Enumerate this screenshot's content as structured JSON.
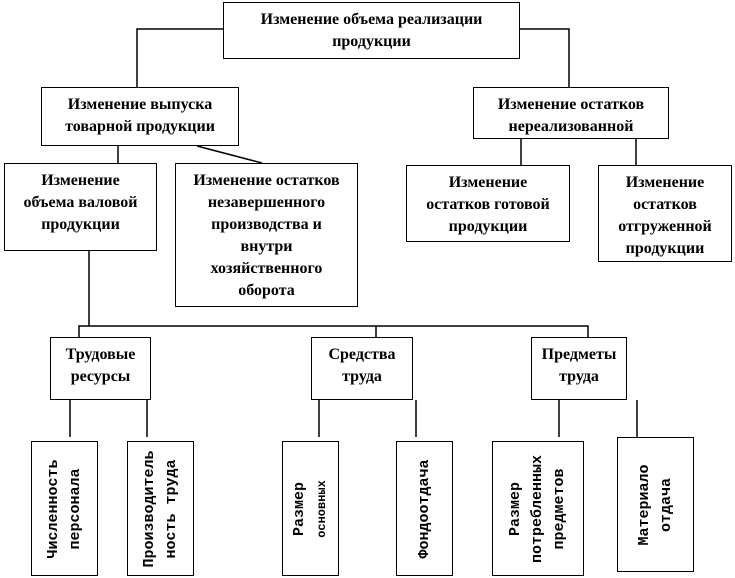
{
  "diagram": {
    "root": {
      "lines": [
        "Изменение объема реализации",
        "продукции"
      ]
    },
    "level1": {
      "output": {
        "lines": [
          "Изменение выпуска",
          "товарной продукции"
        ]
      },
      "unsold": {
        "lines": [
          "Изменение остатков",
          "нереализованной"
        ]
      }
    },
    "level2": {
      "gross": {
        "lines": [
          "Изменение",
          "объема валовой",
          "продукции"
        ]
      },
      "wip": {
        "lines": [
          "Изменение остатков",
          "незавершенного",
          "производства и",
          "внутри",
          "хозяйственного",
          "оборота"
        ]
      },
      "finished": {
        "lines": [
          "Изменение",
          "остатков готовой",
          "продукции"
        ]
      },
      "shipped": {
        "lines": [
          "Изменение",
          "остатков",
          "отгруженной",
          "продукции"
        ]
      }
    },
    "level3": {
      "labor": {
        "lines": [
          "Трудовые",
          "ресурсы"
        ]
      },
      "means": {
        "lines": [
          "Средства",
          "труда"
        ]
      },
      "objects": {
        "lines": [
          "Предметы",
          "труда"
        ]
      }
    },
    "level4": {
      "headcount": {
        "lines": [
          "Численность",
          "персонала"
        ]
      },
      "productivity": {
        "lines": [
          "Производитель",
          "ность труда"
        ]
      },
      "fixed_size": {
        "lines": [
          "Размер",
          "основных"
        ]
      },
      "capital_return": {
        "lines": [
          "Фондоотдача"
        ]
      },
      "consumed_size": {
        "lines": [
          "Размер",
          "потребленных",
          "предметов"
        ]
      },
      "material_return": {
        "lines": [
          "Материало",
          "отдача"
        ]
      }
    }
  }
}
